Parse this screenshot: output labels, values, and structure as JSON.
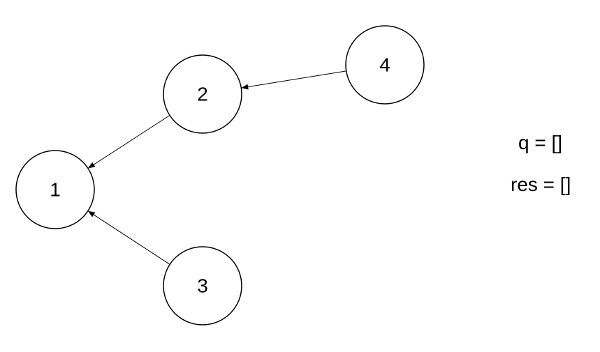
{
  "graph": {
    "nodes": [
      {
        "id": "1",
        "label": "1"
      },
      {
        "id": "2",
        "label": "2"
      },
      {
        "id": "3",
        "label": "3"
      },
      {
        "id": "4",
        "label": "4"
      }
    ],
    "edges": [
      {
        "from": "4",
        "to": "2"
      },
      {
        "from": "2",
        "to": "1"
      },
      {
        "from": "3",
        "to": "1"
      }
    ]
  },
  "state": {
    "q": "q = []",
    "res": "res = []"
  }
}
